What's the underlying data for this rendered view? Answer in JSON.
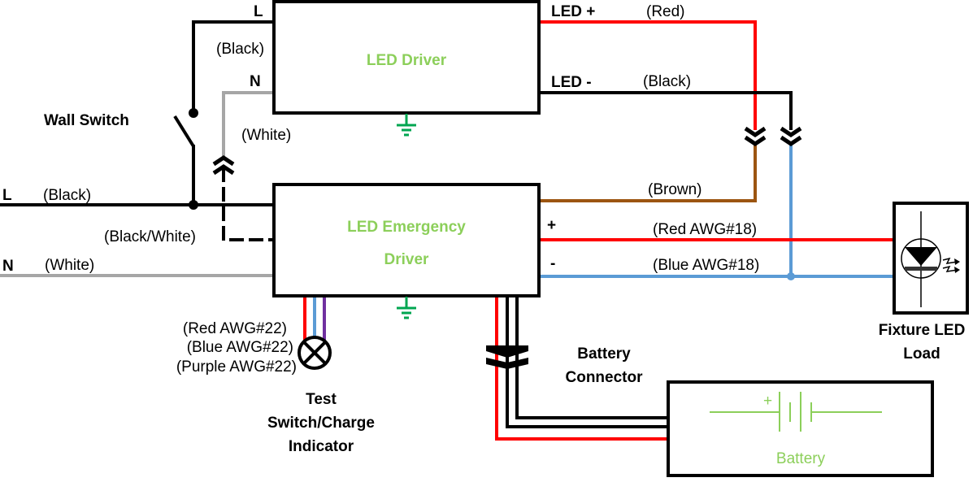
{
  "colors": {
    "black": "#000000",
    "white_wire": "#a6a6a6",
    "red": "#ff0000",
    "blue": "#5b9bd5",
    "brown": "#9c5511",
    "purple": "#7030a0",
    "label_green": "#8ccf5a",
    "ground_green": "#00a650"
  },
  "components": {
    "led_driver": "LED Driver",
    "emergency_driver_line1": "LED Emergency",
    "emergency_driver_line2": "Driver",
    "battery": "Battery",
    "battery_plus": "+",
    "wall_switch": "Wall Switch",
    "fixture_line1": "Fixture LED",
    "fixture_line2": "Load",
    "test_switch_line1": "Test",
    "test_switch_line2": "Switch/Charge",
    "test_switch_line3": "Indicator",
    "battery_connector_line1": "Battery",
    "battery_connector_line2": "Connector"
  },
  "terminals": {
    "driver_L": "L",
    "driver_N": "N",
    "led_plus": "LED +",
    "led_minus": "LED -",
    "input_L": "L",
    "input_N": "N",
    "emergency_plus": "+",
    "emergency_minus": "-"
  },
  "wire_labels": {
    "driver_black": "(Black)",
    "driver_white": "(White)",
    "led_red": "(Red)",
    "led_black": "(Black)",
    "input_black": "(Black)",
    "black_white": "(Black/White)",
    "input_white": "(White)",
    "brown": "(Brown)",
    "red_18": "(Red AWG#18)",
    "blue_18": "(Blue AWG#18)",
    "red_22": "(Red AWG#22)",
    "blue_22": "(Blue AWG#22)",
    "purple_22": "(Purple AWG#22)"
  }
}
